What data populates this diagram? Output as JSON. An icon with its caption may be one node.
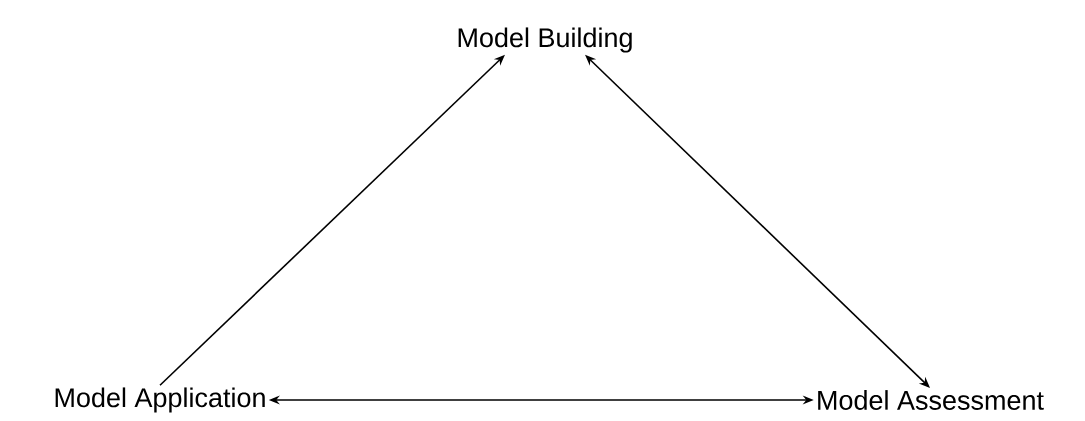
{
  "diagram": {
    "nodes": [
      {
        "text": [
          "Model Building"
        ]
      },
      {
        "text": [
          "Model Application"
        ]
      },
      {
        "text": [
          "Model Assessment"
        ]
      }
    ],
    "edges": [
      {
        "from": 1,
        "to": 0,
        "arrow": "to"
      },
      {
        "from": 0,
        "to": 2,
        "arrow": "both"
      },
      {
        "from": 1,
        "to": 2,
        "arrow": "both"
      }
    ]
  }
}
